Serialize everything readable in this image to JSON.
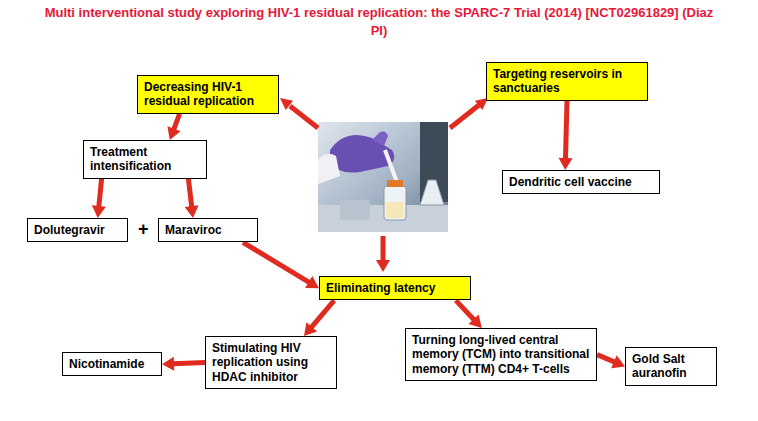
{
  "diagram": {
    "title": "Multi interventional study exploring HIV-1 residual replication: the SPARC-7 Trial (2014) [NCT02961829] (Diaz PI)",
    "nodes": [
      {
        "text": [
          "Decreasing HIV-1 residual replication"
        ]
      },
      {
        "text": [
          "Targeting reservoirs in sanctuaries"
        ]
      },
      {
        "text": [
          "Treatment intensification"
        ]
      },
      {
        "text": [
          "Dendritic cell vaccine"
        ]
      },
      {
        "text": [
          "Dolutegravir"
        ]
      },
      {
        "text": [
          "Maraviroc"
        ]
      },
      {
        "text": [
          "Eliminating latency"
        ]
      },
      {
        "text": [
          "Stimulating HIV replication using HDAC inhibitor"
        ]
      },
      {
        "text": [
          "Nicotinamide"
        ]
      },
      {
        "text": [
          "Turning long-lived central memory (TCM) into transitional memory (TTM) CD4+ T-cells"
        ]
      },
      {
        "text": [
          "Gold Salt auranofin"
        ]
      }
    ],
    "edges": [
      {
        "from": 0,
        "to": 2,
        "arrow": "to"
      },
      {
        "from": 2,
        "to": 4,
        "arrow": "to"
      },
      {
        "from": 2,
        "to": 5,
        "arrow": "to"
      },
      {
        "from": 1,
        "to": 3,
        "arrow": "to"
      },
      {
        "from": 5,
        "to": 6,
        "arrow": "to"
      },
      {
        "from": 6,
        "to": 7,
        "arrow": "to"
      },
      {
        "from": 6,
        "to": 9,
        "arrow": "to"
      },
      {
        "from": 7,
        "to": 8,
        "arrow": "to"
      },
      {
        "from": 9,
        "to": 10,
        "arrow": "to"
      }
    ],
    "labels": [
      "+"
    ]
  }
}
